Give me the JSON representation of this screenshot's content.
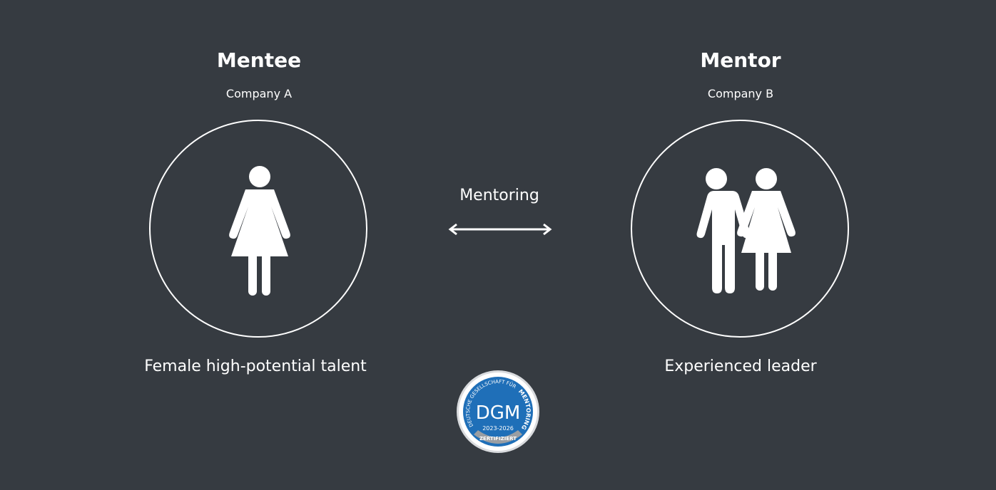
{
  "mentee": {
    "title": "Mentee",
    "company": "Company A",
    "description": "Female high-potential talent",
    "icon": "woman-icon"
  },
  "mentor": {
    "title": "Mentor",
    "company": "Company B",
    "description": "Experienced leader",
    "icon": "man-and-woman-icon"
  },
  "relation": {
    "label": "Mentoring",
    "icon": "double-arrow-icon"
  },
  "badge": {
    "top_text": "DEUTSCHE GESELLSCHAFT FÜR",
    "top_text_bold": "MENTORING",
    "logo": "DGM",
    "years": "2023-2026",
    "banner": "ZERTIFIZIERT"
  },
  "colors": {
    "background": "#363b41",
    "badge_blue": "#1f6fb8"
  }
}
